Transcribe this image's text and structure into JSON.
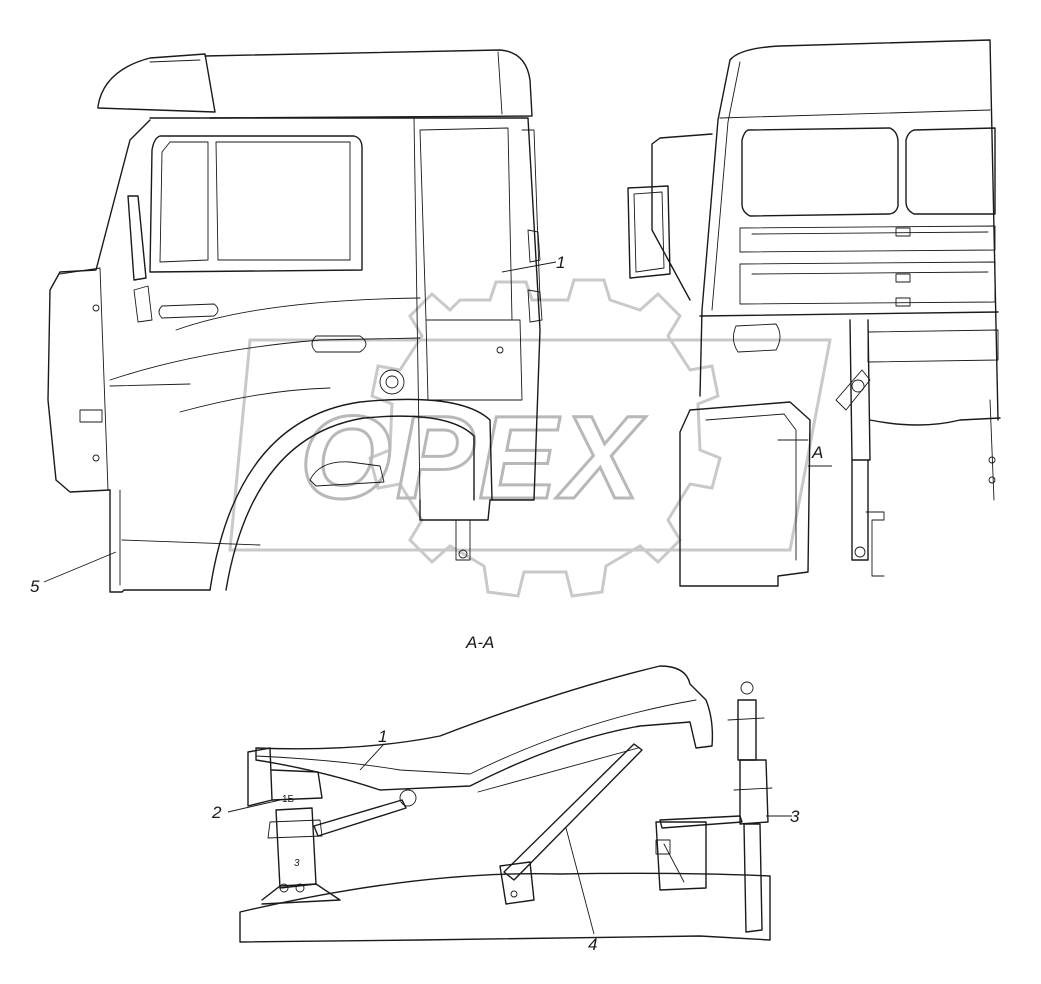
{
  "watermark": {
    "text": "OPEX"
  },
  "section_label": "A-A",
  "view_marker": "A",
  "callouts_top": [
    {
      "id": "top-1",
      "label": "1"
    },
    {
      "id": "top-5",
      "label": "5"
    }
  ],
  "callouts_bottom": [
    {
      "id": "bot-1",
      "label": "1"
    },
    {
      "id": "bot-2",
      "label": "2"
    },
    {
      "id": "bot-3",
      "label": "3"
    },
    {
      "id": "bot-4",
      "label": "4"
    }
  ],
  "small_marks": {
    "mark_1b": "1Б",
    "mark_3": "3"
  },
  "colors": {
    "line": "#1a1a1a",
    "watermark": "#c0c0c0",
    "background": "#ffffff"
  }
}
